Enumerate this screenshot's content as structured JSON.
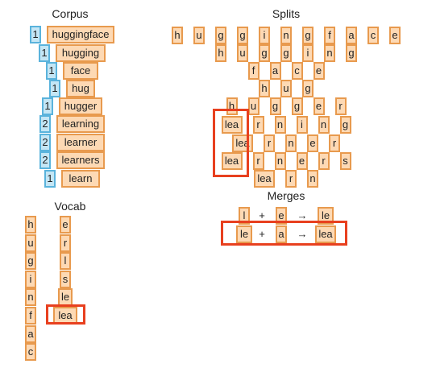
{
  "corpus": {
    "title": "Corpus",
    "rows": [
      {
        "count": "1",
        "word": "huggingface"
      },
      {
        "count": "1",
        "word": "hugging"
      },
      {
        "count": "1",
        "word": "face"
      },
      {
        "count": "1",
        "word": "hug"
      },
      {
        "count": "1",
        "word": "hugger"
      },
      {
        "count": "2",
        "word": "learning"
      },
      {
        "count": "2",
        "word": "learner"
      },
      {
        "count": "2",
        "word": "learners"
      },
      {
        "count": "1",
        "word": "learn"
      }
    ]
  },
  "splits": {
    "title": "Splits",
    "rows": [
      [
        "h",
        "u",
        "g",
        "g",
        "i",
        "n",
        "g",
        "f",
        "a",
        "c",
        "e"
      ],
      [
        "h",
        "u",
        "g",
        "g",
        "i",
        "n",
        "g"
      ],
      [
        "f",
        "a",
        "c",
        "e"
      ],
      [
        "h",
        "u",
        "g"
      ],
      [
        "h",
        "u",
        "g",
        "g",
        "e",
        "r"
      ],
      [
        "lea",
        "r",
        "n",
        "i",
        "n",
        "g"
      ],
      [
        "lea",
        "r",
        "n",
        "e",
        "r"
      ],
      [
        "lea",
        "r",
        "n",
        "e",
        "r",
        "s"
      ],
      [
        "lea",
        "r",
        "n"
      ]
    ]
  },
  "vocab": {
    "title": "Vocab",
    "col1": [
      "h",
      "u",
      "g",
      "i",
      "n",
      "f",
      "a",
      "c"
    ],
    "col2": [
      "e",
      "r",
      "l",
      "s",
      "le",
      "lea"
    ]
  },
  "merges": {
    "title": "Merges",
    "rows": [
      {
        "left": "l",
        "plus": "+",
        "right": "e",
        "arrow": "→",
        "result": "le"
      },
      {
        "left": "le",
        "plus": "+",
        "right": "a",
        "arrow": "→",
        "result": "lea"
      }
    ]
  },
  "colors": {
    "token_fill": "#fdd9b4",
    "token_border": "#e89a4e",
    "count_fill": "#c4e6f5",
    "count_border": "#5ab3dc",
    "highlight": "#e8401f"
  }
}
